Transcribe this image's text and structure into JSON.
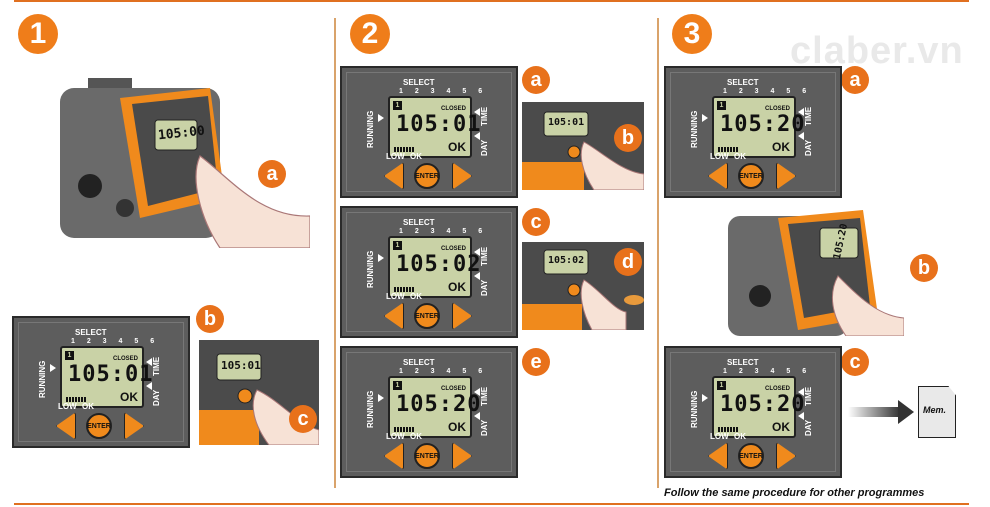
{
  "brand": "claber.vn",
  "steps": [
    "1",
    "2",
    "3"
  ],
  "panel": {
    "select": "SELECT",
    "numbers": "1 2 3 4 5 6",
    "program": "1",
    "closed": "CLOSED",
    "ok": "OK",
    "running": "RUNNING",
    "time": "TIME",
    "day": "DAY",
    "low": "LOW",
    "lowok_ok": "OK",
    "enter": "ENTER"
  },
  "panels": [
    {
      "id": "s1b",
      "time": "105:01"
    },
    {
      "id": "s2a",
      "time": "105:01"
    },
    {
      "id": "s2c",
      "time": "105:02"
    },
    {
      "id": "s2e",
      "time": "105:20"
    },
    {
      "id": "s3a",
      "time": "105:20"
    },
    {
      "id": "s3c",
      "time": "105:20"
    }
  ],
  "photos": [
    {
      "id": "p1a",
      "time": "105:00"
    },
    {
      "id": "p1c",
      "time": "105:01"
    },
    {
      "id": "p2b",
      "time": "105:01"
    },
    {
      "id": "p2d",
      "time": "105:02"
    },
    {
      "id": "p3b",
      "time": "105:20"
    }
  ],
  "sub_labels": {
    "s1a": "a",
    "s1b": "b",
    "s1c": "c",
    "s2a": "a",
    "s2b": "b",
    "s2c": "c",
    "s2d": "d",
    "s2e": "e",
    "s3a": "a",
    "s3b": "b",
    "s3c": "c"
  },
  "memory": "Mem.",
  "footer": "Follow the same procedure for other programmes",
  "colors": {
    "accent": "#ef7d1a",
    "lcd": "#c9d2a6",
    "panel": "#5d5d5d"
  }
}
